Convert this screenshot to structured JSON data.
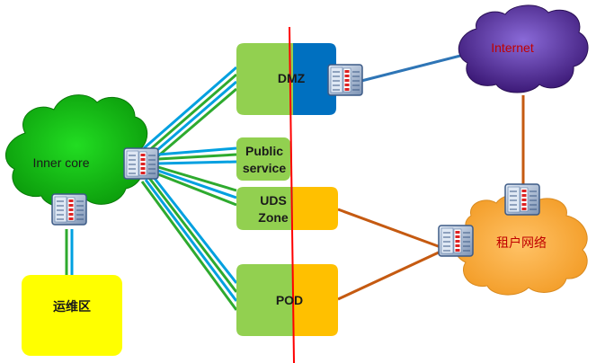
{
  "labels": {
    "internet": "Internet",
    "inner_core": "Inner core",
    "ops_zone": "运维区",
    "dmz": "DMZ",
    "public_service_line1": "Public",
    "public_service_line2": "service",
    "uds_line1": "UDS",
    "uds_line2": "Zone",
    "pod": "POD",
    "tenant_network": "租户网络"
  },
  "colors": {
    "zone_green": "#92d050",
    "dmz_blue": "#0070c0",
    "uds_orange": "#ffc000",
    "ops_yellow": "#ffff00",
    "inner_core_cloud": "#33cc33",
    "internet_cloud": "#7030a0",
    "tenant_cloud": "#f9b040",
    "divider_red": "#ff0000",
    "link_blue": "#00a0e0",
    "link_green": "#2eaa2e",
    "link_orange": "#c55a11",
    "link_dark_blue": "#2e75b6",
    "internet_text": "#c00000",
    "tenant_text": "#c00000"
  },
  "icons": [
    "firewall-icon"
  ]
}
